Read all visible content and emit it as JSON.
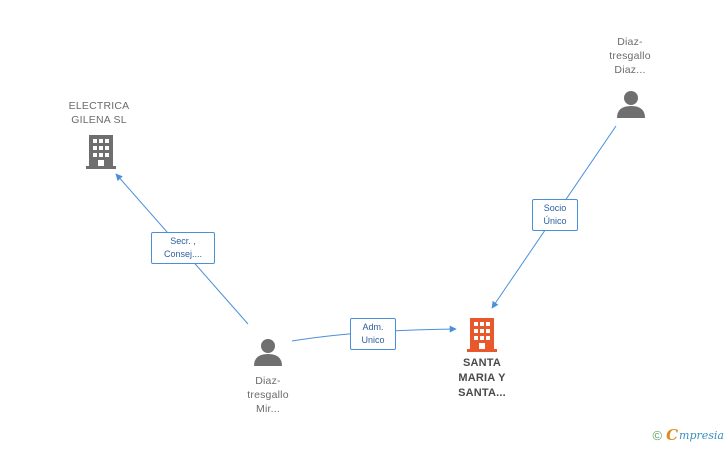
{
  "nodes": {
    "electrica": {
      "lines": [
        "ELECTRICA",
        "GILENA SL"
      ],
      "icon": "building-icon",
      "color": "#6f6f6f"
    },
    "diaz_top": {
      "lines": [
        "Diaz-",
        "tresgallo",
        "Diaz..."
      ],
      "icon": "person-icon",
      "color": "#6f6f6f"
    },
    "diaz_bottom": {
      "lines": [
        "Diaz-",
        "tresgallo",
        "Mir..."
      ],
      "icon": "person-icon",
      "color": "#6f6f6f"
    },
    "santa_maria": {
      "lines": [
        "SANTA",
        "MARIA Y",
        "SANTA..."
      ],
      "icon": "building-icon",
      "color": "#e8582a"
    }
  },
  "edges": {
    "secr": {
      "lines": [
        "Secr. ,",
        "Consej...."
      ]
    },
    "socio": {
      "lines": [
        "Socio",
        "Único"
      ]
    },
    "adm": {
      "lines": [
        "Adm.",
        "Unico"
      ]
    }
  },
  "colors": {
    "edge": "#4a90d9",
    "icon_gray": "#6f6f6f",
    "icon_accent": "#e8582a"
  },
  "brand": {
    "copyright": "©",
    "initial": "C",
    "rest": "mpresia"
  }
}
